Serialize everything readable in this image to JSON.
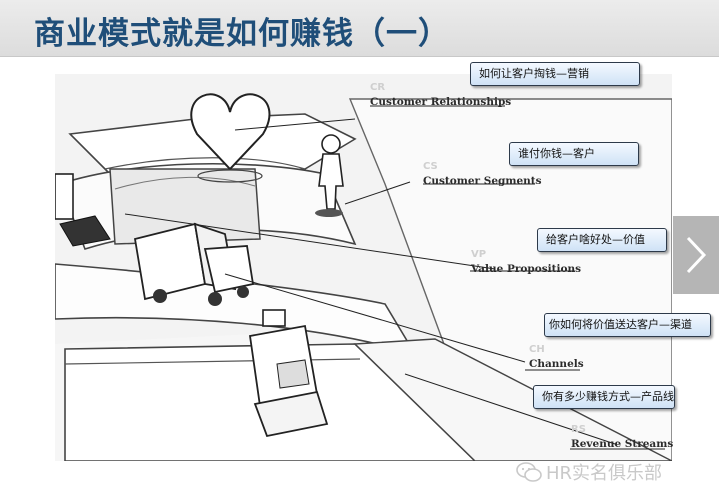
{
  "header": {
    "title": "商业模式就是如何赚钱（一）"
  },
  "canvas": {
    "blocks": [
      {
        "abbr": "CR",
        "label": "Customer Relationships"
      },
      {
        "abbr": "CS",
        "label": "Customer Segments"
      },
      {
        "abbr": "VP",
        "label": "Value Propositions"
      },
      {
        "abbr": "CH",
        "label": "Channels"
      },
      {
        "abbr": "RS",
        "label": "Revenue Streams"
      }
    ]
  },
  "callouts": [
    {
      "text": "如何让客户掏钱—营销"
    },
    {
      "text": "谁付你钱—客户"
    },
    {
      "text": "给客户啥好处—价值"
    },
    {
      "text": "你如何将价值送达客户—渠道"
    },
    {
      "text": "你有多少赚钱方式—产品线"
    }
  ],
  "navigation": {
    "next_icon": "chevron-right-icon"
  },
  "watermark": {
    "text": "HR实名俱乐部",
    "icon": "wechat-icon"
  },
  "colors": {
    "title": "#1f4e79",
    "callout_border": "#2d3a4a",
    "callout_fill": "#cfe2f6",
    "next_button": "#b5b5b5"
  }
}
